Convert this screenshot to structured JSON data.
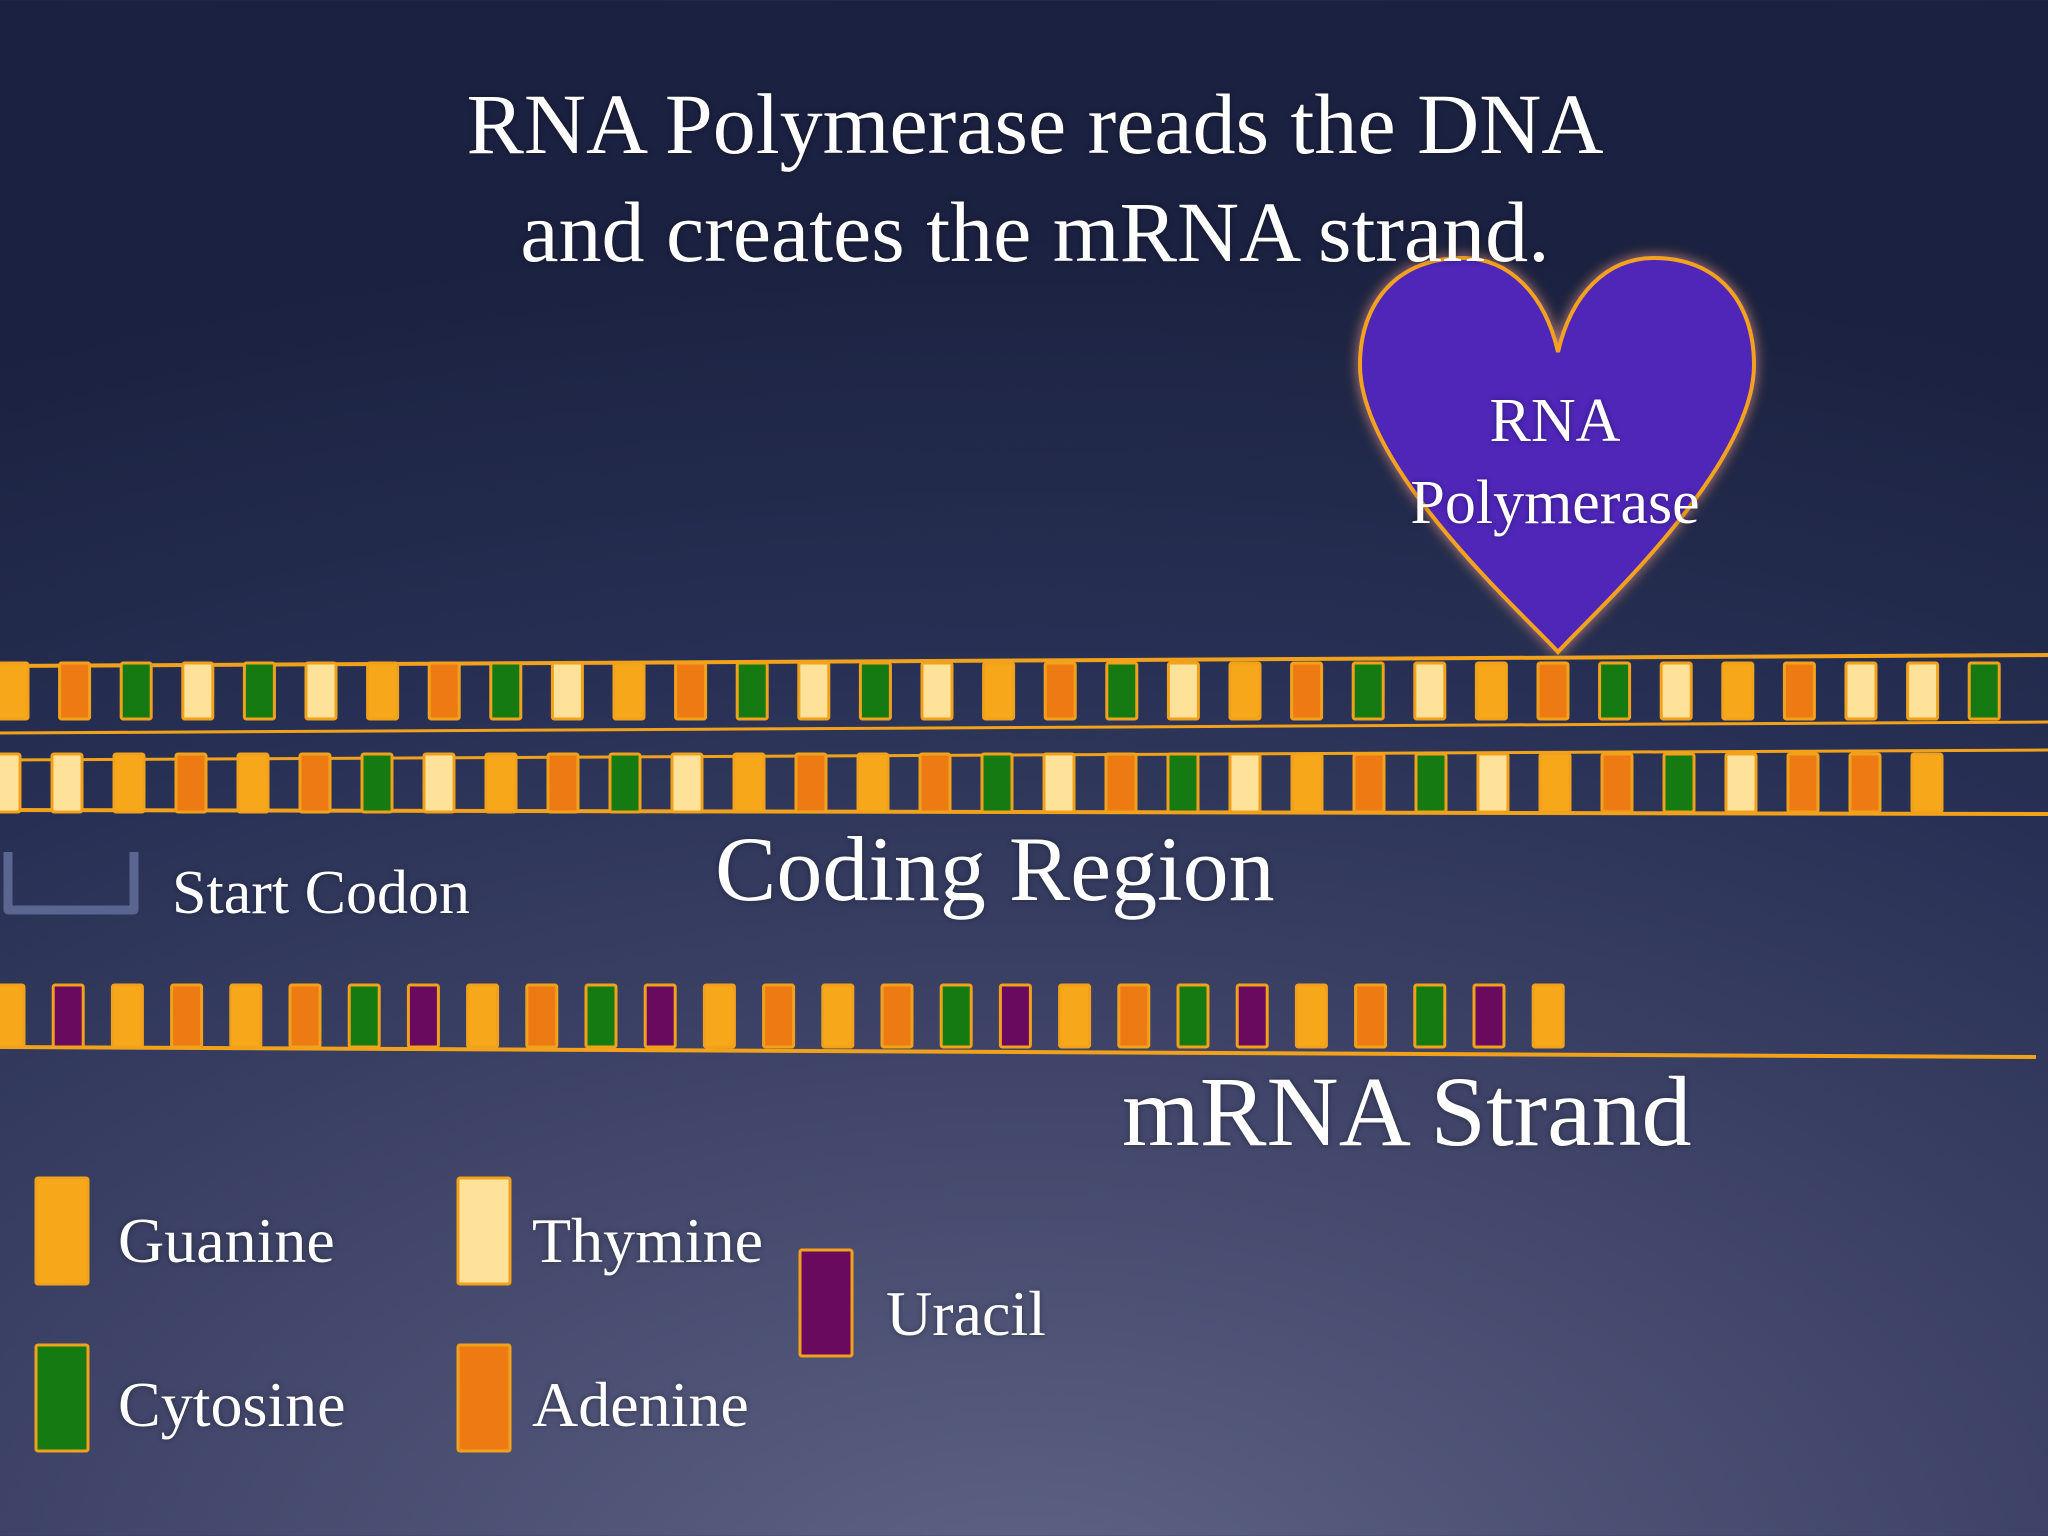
{
  "title": {
    "line1": "RNA Polymerase reads the DNA",
    "line2": "and creates the mRNA strand."
  },
  "polymerase": {
    "line1": "RNA",
    "line2": "Polymerase"
  },
  "labels": {
    "coding_region": "Coding Region",
    "mrna_strand": "mRNA Strand",
    "start_codon": "Start Codon"
  },
  "colors": {
    "G": "#f7a81a",
    "T": "#ffe29a",
    "C": "#157a12",
    "A": "#ee7a14",
    "U": "#6a0a5e",
    "outline": "#f2a21a",
    "polymerase_fill": "#5026b8",
    "start_bracket": "#5a6590"
  },
  "legend": [
    {
      "base": "G",
      "label": "Guanine"
    },
    {
      "base": "T",
      "label": "Thymine"
    },
    {
      "base": "U",
      "label": "Uracil"
    },
    {
      "base": "C",
      "label": "Cytosine"
    },
    {
      "base": "A",
      "label": "Adenine"
    }
  ],
  "strands": {
    "dna_top": [
      "G",
      "A",
      "C",
      "T",
      "C",
      "T",
      "G",
      "A",
      "C",
      "T",
      "G",
      "A",
      "C",
      "T",
      "C",
      "T",
      "G",
      "A",
      "C",
      "T",
      "G",
      "A",
      "C",
      "T",
      "G",
      "A",
      "C",
      "T",
      "G",
      "A",
      "T",
      "T",
      "C"
    ],
    "dna_bottom": [
      "T",
      "T",
      "G",
      "A",
      "G",
      "A",
      "C",
      "T",
      "G",
      "A",
      "C",
      "T",
      "G",
      "A",
      "G",
      "A",
      "C",
      "T",
      "A",
      "C",
      "T",
      "G",
      "A",
      "C",
      "T",
      "G",
      "A",
      "C",
      "T",
      "A",
      "A",
      "G"
    ],
    "mrna": [
      "G",
      "U",
      "G",
      "A",
      "G",
      "A",
      "C",
      "U",
      "G",
      "A",
      "C",
      "U",
      "G",
      "A",
      "G",
      "A",
      "C",
      "U",
      "G",
      "A",
      "C",
      "U",
      "G",
      "A",
      "C",
      "U",
      "G"
    ]
  }
}
